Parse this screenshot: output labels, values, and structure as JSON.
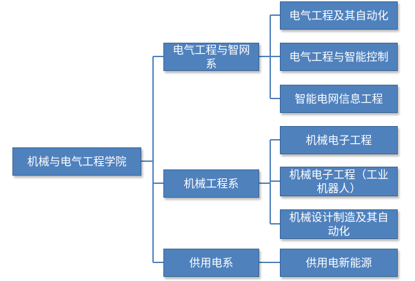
{
  "root": {
    "label": "机械与电气工程学院"
  },
  "departments": [
    {
      "label": "电气工程与智网系",
      "majors": [
        "电气工程及其自动化",
        "电气工程与智能控制",
        "智能电网信息工程"
      ]
    },
    {
      "label": "机械工程系",
      "majors": [
        "机械电子工程",
        "机械电子工程（工业机器人）",
        "机械设计制造及其自动化"
      ]
    },
    {
      "label": "供用电系",
      "majors": [
        "供用电新能源"
      ]
    }
  ],
  "colors": {
    "box": "#4f81bd",
    "box_border": "#3a6592",
    "line": "#4f81bd",
    "text": "#ffffff"
  }
}
